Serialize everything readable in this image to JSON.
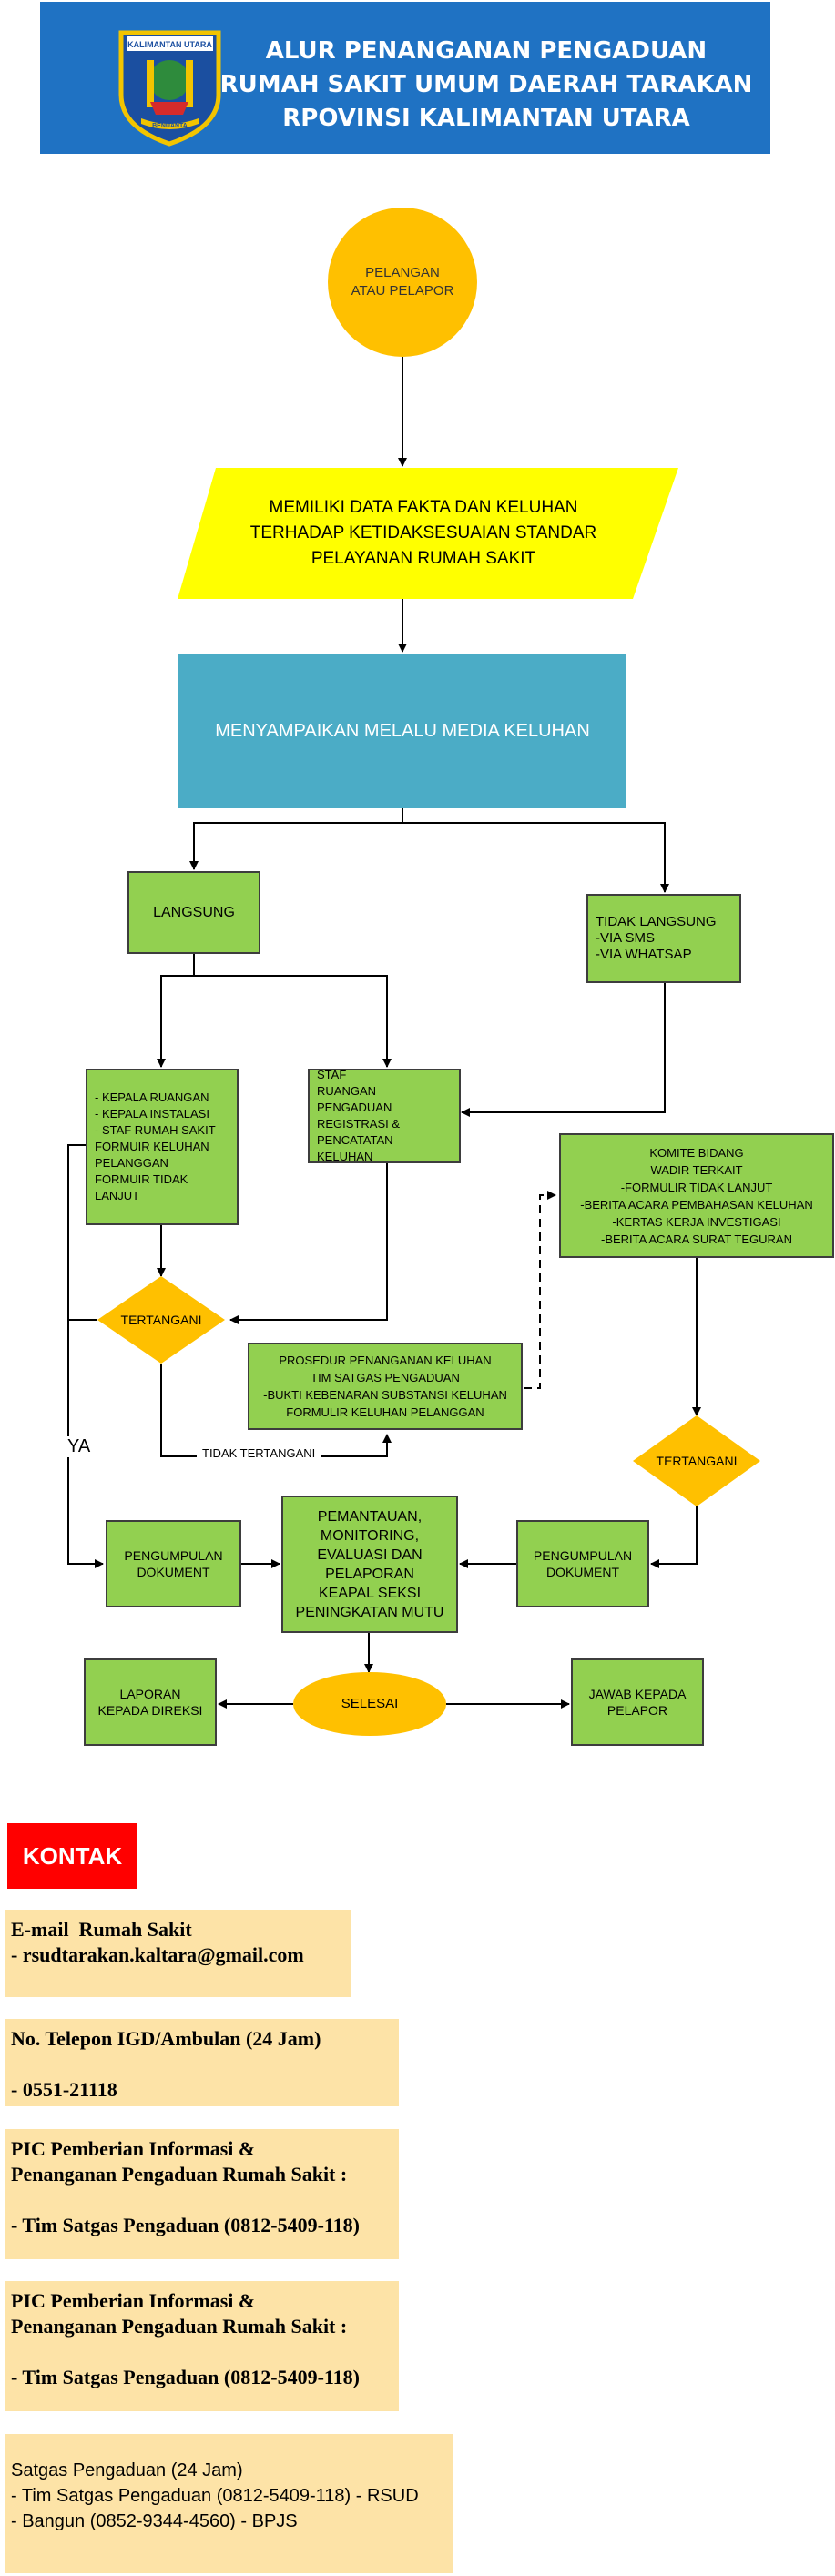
{
  "header": {
    "title_lines": [
      "ALUR PENANGANAN PENGADUAN",
      "RUMAH SAKIT UMUM DAERAH TARAKAN",
      "RPOVINSI KALIMANTAN UTARA"
    ],
    "logo_text_top": "KALIMANTAN UTARA",
    "logo_text_bottom": "BENUANTA"
  },
  "flow": {
    "start": "PELANGAN ATAU PELAPOR",
    "data_fakta": "MEMILIKI DATA FAKTA DAN KELUHAN TERHADAP KETIDAKSESUAIAN STANDAR PELAYANAN RUMAH SAKIT",
    "menyampaikan": "MENYAMPAIKAN MELALU MEDIA KELUHAN",
    "langsung": "LANGSUNG",
    "tidak_langsung": [
      "TIDAK LANGSUNG",
      "-VIA SMS",
      "-VIA WHATSAP"
    ],
    "kepala": [
      "- KEPALA RUANGAN",
      "- KEPALA INSTALASI",
      "- STAF RUMAH SAKIT",
      "FORMUIR KELUHAN",
      "PELANGGAN",
      "FORMUIR TIDAK",
      "LANJUT"
    ],
    "staf": [
      "STAF",
      "RUANGAN PENGADUAN",
      "REGISTRASI &",
      "PENCATATAN KELUHAN"
    ],
    "komite": [
      "KOMITE BIDANG",
      "WADIR TERKAIT",
      "-FORMULIR TIDAK LANJUT",
      "-BERITA ACARA PEMBAHASAN KELUHAN",
      "-KERTAS KERJA INVESTIGASI",
      "-BERITA ACARA SURAT TEGURAN"
    ],
    "tertangani_left": "TERTANGANI",
    "tertangani_right": "TERTANGANI",
    "prosedur": [
      "PROSEDUR PENANGANAN KELUHAN",
      "TIM SATGAS PENGADUAN",
      "-BUKTI KEBENARAN SUBSTANSI KELUHAN",
      "FORMULIR KELUHAN PELANGGAN"
    ],
    "ya_label": "YA",
    "tidak_tertangani_label": "TIDAK TERTANGANI",
    "pengumpulan_left": "PENGUMPULAN DOKUMENT",
    "pengumpulan_right": "PENGUMPULAN DOKUMENT",
    "pemantauan": [
      "PEMANTAUAN,",
      "MONITORING,",
      "EVALUASI DAN",
      "PELAPORAN",
      "KEAPAL SEKSI",
      "PENINGKATAN MUTU"
    ],
    "laporan": "LAPORAN KEPADA DIREKSI",
    "selesai": "SELESAI",
    "jawab": "JAWAB KEPADA PELAPOR"
  },
  "contact": {
    "title": "KONTAK",
    "email": [
      "E-mail  Rumah Sakit",
      "- rsudtarakan.kaltara@gmail.com"
    ],
    "telepon": [
      "No. Telepon IGD/Ambulan (24 Jam)",
      "",
      "- 0551-21118"
    ],
    "pic1": [
      "PIC Pemberian Informasi &",
      "Penanganan Pengaduan Rumah Sakit :",
      "",
      "- Tim Satgas Pengaduan (0812-5409-118)"
    ],
    "pic2": [
      "PIC Pemberian Informasi &",
      "Penanganan Pengaduan Rumah Sakit :",
      "",
      "- Tim Satgas Pengaduan (0812-5409-118)"
    ],
    "satgas": [
      "Satgas Pengaduan (24 Jam)",
      "- Tim Satgas Pengaduan (0812-5409-118) - RSUD",
      "- Bangun (0852-9344-4560) - BPJS"
    ]
  },
  "colors": {
    "header_bg": "#1f72c3",
    "node_green": "#92d050",
    "node_yellow": "#ffff00",
    "node_teal": "#4bacc6",
    "node_orange": "#ffc000",
    "contact_red": "#ff0000",
    "contact_box": "#fde3a7"
  }
}
